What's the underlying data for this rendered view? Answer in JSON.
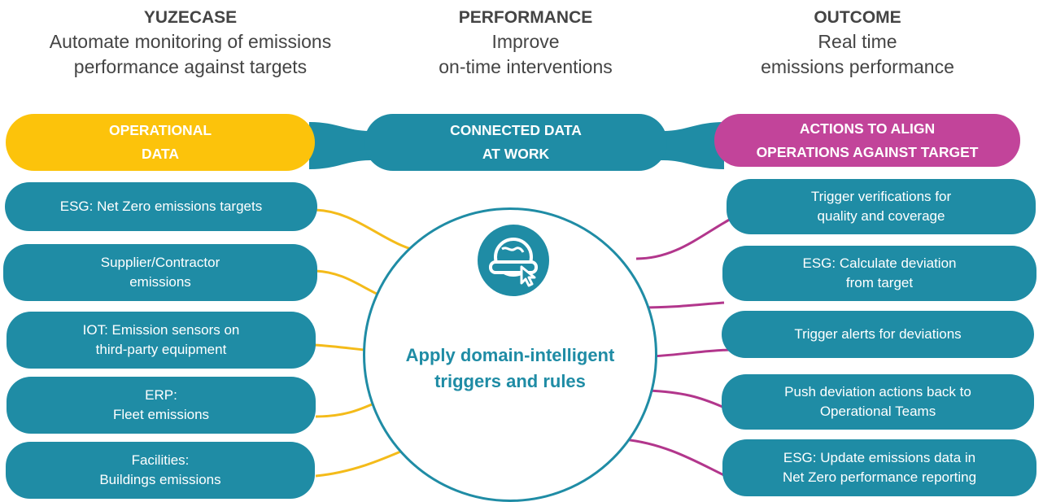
{
  "headers": {
    "left": {
      "title": "YUZECASE",
      "line1": "Automate monitoring of emissions",
      "line2": "performance against targets"
    },
    "middle": {
      "title": "PERFORMANCE",
      "line1": "Improve",
      "line2": "on-time interventions"
    },
    "right": {
      "title": "OUTCOME",
      "line1": "Real time",
      "line2": "emissions performance"
    }
  },
  "bars": {
    "left": {
      "line1": "OPERATIONAL",
      "line2": "DATA"
    },
    "middle": {
      "line1": "CONNECTED DATA",
      "line2": "AT WORK"
    },
    "right": {
      "line1": "ACTIONS TO ALIGN",
      "line2": "OPERATIONS AGAINST TARGET"
    }
  },
  "inputs": [
    {
      "line1": "ESG: Net Zero emissions targets",
      "line2": ""
    },
    {
      "line1": "Supplier/Contractor",
      "line2": "emissions"
    },
    {
      "line1": "IOT: Emission sensors on",
      "line2": "third-party equipment"
    },
    {
      "line1": "ERP:",
      "line2": "Fleet emissions"
    },
    {
      "line1": "Facilities:",
      "line2": "Buildings emissions"
    }
  ],
  "outputs": [
    {
      "line1": "Trigger verifications for",
      "line2": "quality and coverage"
    },
    {
      "line1": "ESG: Calculate deviation",
      "line2": "from target"
    },
    {
      "line1": "Trigger alerts for deviations",
      "line2": ""
    },
    {
      "line1": "Push deviation actions back to",
      "line2": "Operational Teams"
    },
    {
      "line1": "ESG: Update emissions data in",
      "line2": "Net Zero performance reporting"
    }
  ],
  "center": {
    "line1": "Apply domain-intelligent",
    "line2": "triggers and rules"
  },
  "icon": "globe-cursor-icon",
  "colors": {
    "teal": "#1f8ca5",
    "yellow": "#fcc30b",
    "magenta": "#c2449a",
    "yellow_line": "#f4bb1a",
    "magenta_line": "#b2368c"
  }
}
